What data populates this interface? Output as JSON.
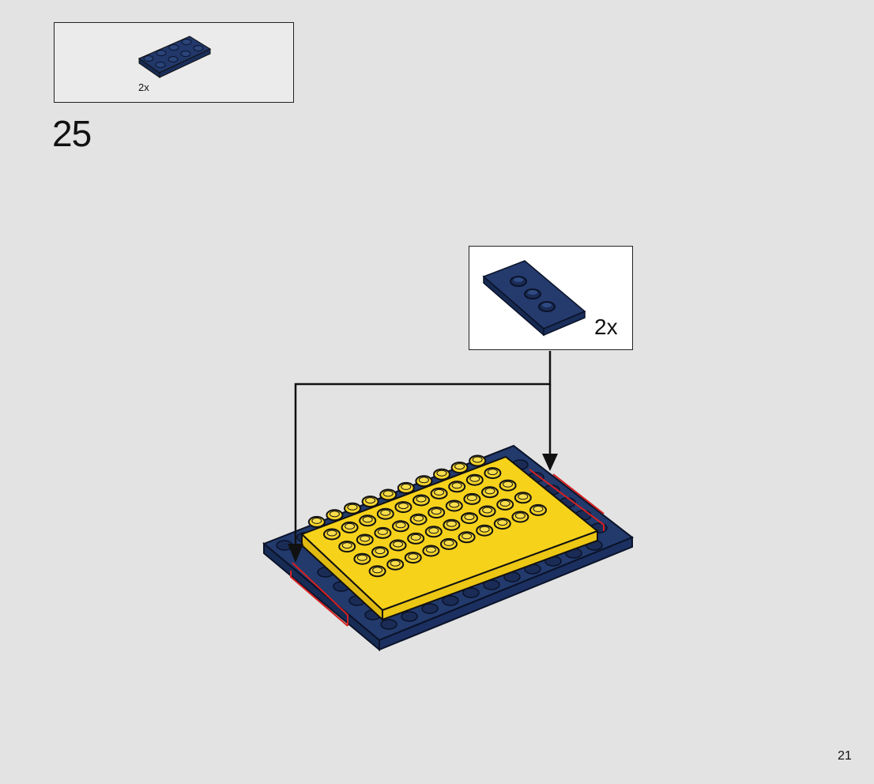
{
  "parts_list": {
    "quantity": "2x",
    "part_icon": "dark-blue-plate-2x4-icon"
  },
  "step": {
    "number": "25"
  },
  "callout": {
    "quantity": "2x",
    "part_icon": "dark-blue-tile-1x3-icon",
    "arrow_icon": "down-arrow-icon"
  },
  "model": {
    "base_color": "#1e3565",
    "top_color": "#f6d21b",
    "highlight_color": "#d62020"
  },
  "page": {
    "number": "21"
  }
}
